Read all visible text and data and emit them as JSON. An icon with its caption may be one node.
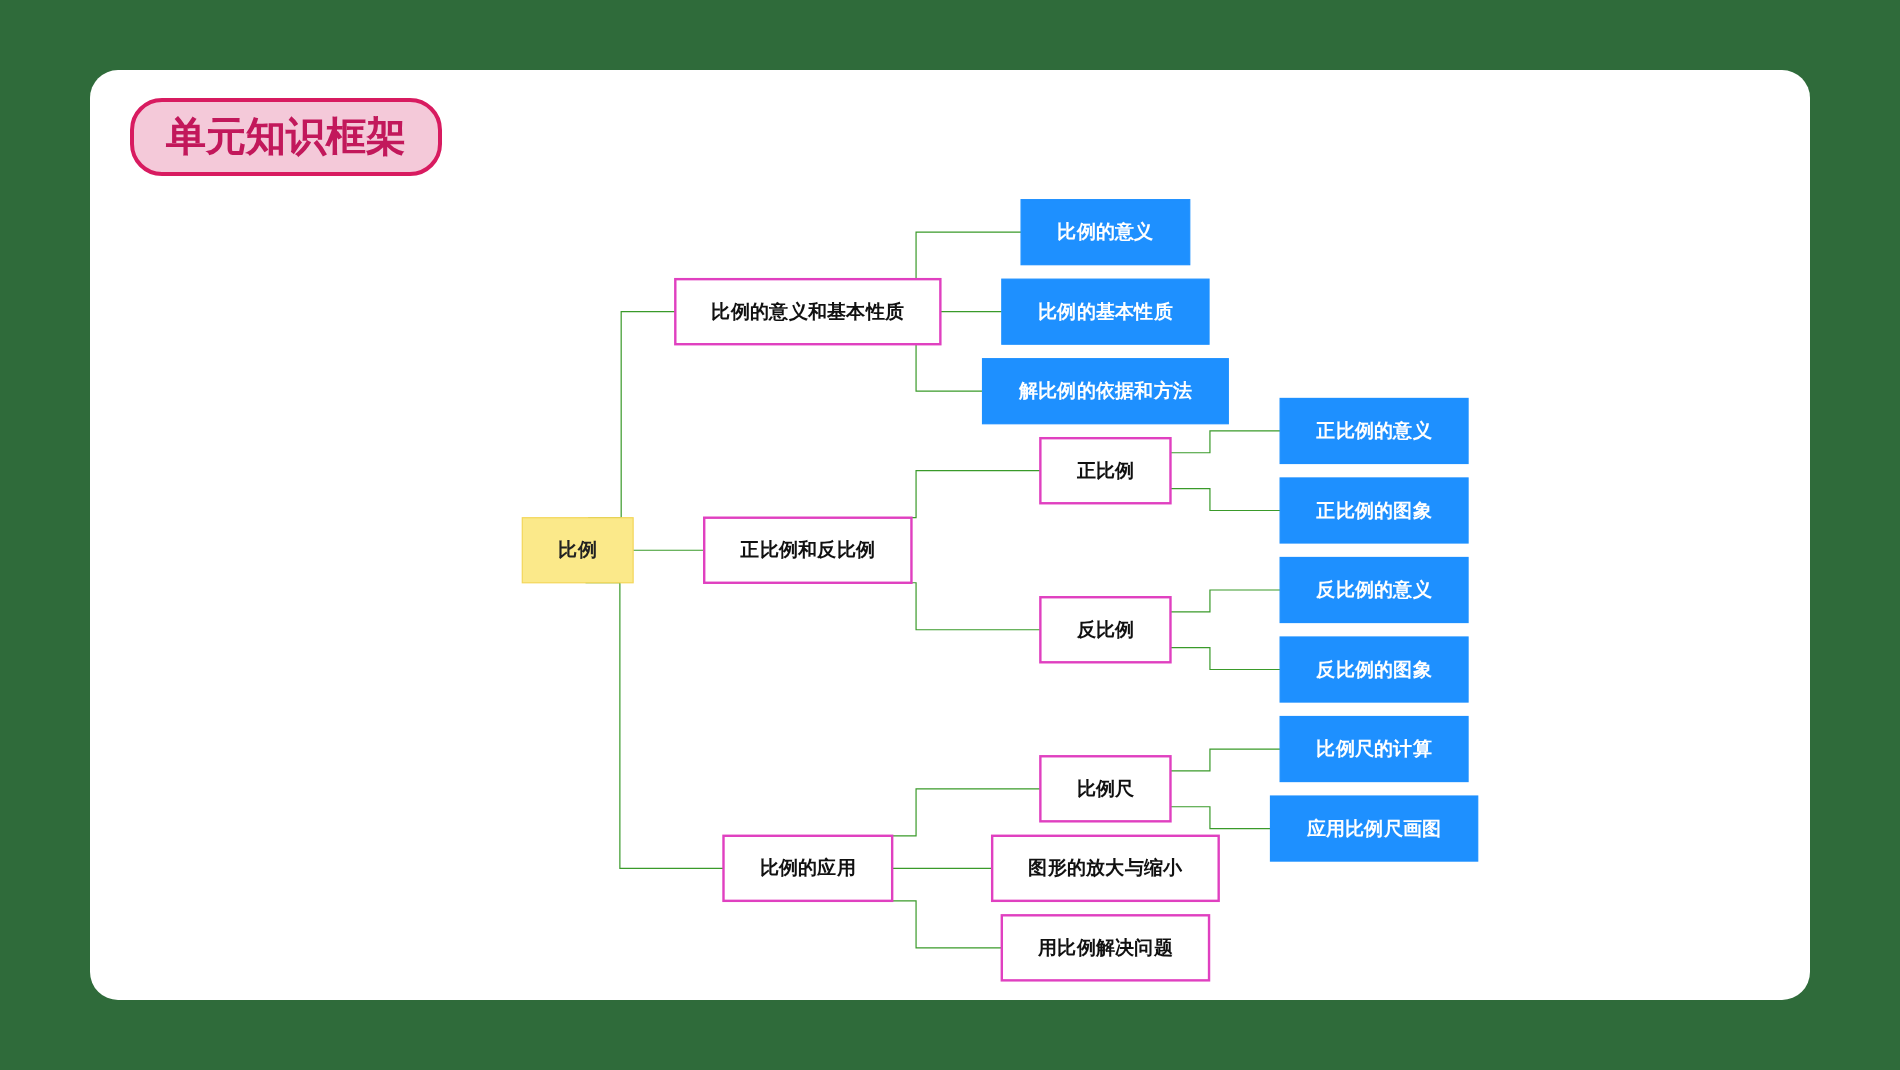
{
  "diagram": {
    "title": "单元知识框架",
    "nodes": [
      {
        "text": [
          "比例"
        ]
      },
      {
        "text": [
          "比例的意义和基本性质"
        ]
      },
      {
        "text": [
          "比例的意义"
        ]
      },
      {
        "text": [
          "比例的基本性质"
        ]
      },
      {
        "text": [
          "解比例的依据和方法"
        ]
      },
      {
        "text": [
          "正比例和反比例"
        ]
      },
      {
        "text": [
          "正比例"
        ]
      },
      {
        "text": [
          "正比例的意义"
        ]
      },
      {
        "text": [
          "正比例的图象"
        ]
      },
      {
        "text": [
          "反比例"
        ]
      },
      {
        "text": [
          "反比例的意义"
        ]
      },
      {
        "text": [
          "反比例的图象"
        ]
      },
      {
        "text": [
          "比例的应用"
        ]
      },
      {
        "text": [
          "比例尺"
        ]
      },
      {
        "text": [
          "比例尺的计算"
        ]
      },
      {
        "text": [
          "应用比例尺画图"
        ]
      },
      {
        "text": [
          "图形的放大与缩小"
        ]
      },
      {
        "text": [
          "用比例解决问题"
        ]
      }
    ],
    "edges": [
      {
        "from": 0,
        "to": 1,
        "arrow": "none"
      },
      {
        "from": 0,
        "to": 5,
        "arrow": "none"
      },
      {
        "from": 0,
        "to": 12,
        "arrow": "none"
      },
      {
        "from": 1,
        "to": 2,
        "arrow": "none"
      },
      {
        "from": 1,
        "to": 3,
        "arrow": "none"
      },
      {
        "from": 1,
        "to": 4,
        "arrow": "none"
      },
      {
        "from": 5,
        "to": 6,
        "arrow": "none"
      },
      {
        "from": 5,
        "to": 9,
        "arrow": "none"
      },
      {
        "from": 6,
        "to": 7,
        "arrow": "none"
      },
      {
        "from": 6,
        "to": 8,
        "arrow": "none"
      },
      {
        "from": 9,
        "to": 10,
        "arrow": "none"
      },
      {
        "from": 9,
        "to": 11,
        "arrow": "none"
      },
      {
        "from": 12,
        "to": 13,
        "arrow": "none"
      },
      {
        "from": 12,
        "to": 16,
        "arrow": "none"
      },
      {
        "from": 12,
        "to": 17,
        "arrow": "none"
      },
      {
        "from": 13,
        "to": 14,
        "arrow": "none"
      },
      {
        "from": 13,
        "to": 15,
        "arrow": "none"
      }
    ]
  }
}
